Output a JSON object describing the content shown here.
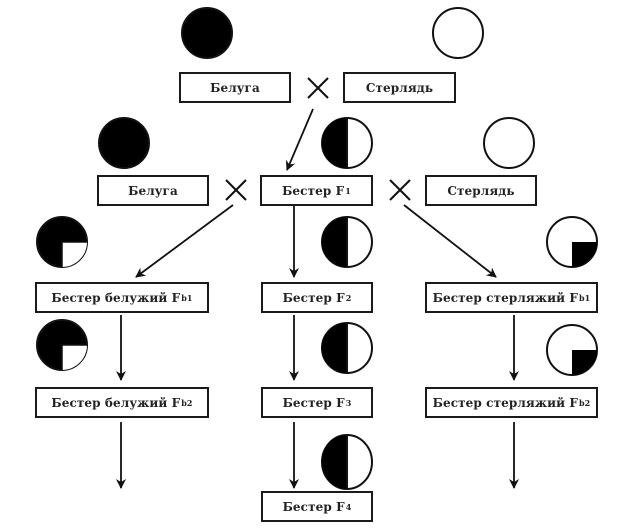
{
  "diagram": {
    "type": "hybridization-scheme",
    "colors": {
      "beluga": "#000000",
      "sterlet": "#ffffff",
      "stroke": "#1a1a1a"
    },
    "nodes": {
      "p_beluga": {
        "label": "Белуга",
        "sub": "",
        "genome": "beluga-full"
      },
      "p_sterlet": {
        "label": "Стерлядь",
        "sub": "",
        "genome": "sterlet-full"
      },
      "bc_beluga": {
        "label": "Белуга",
        "sub": "",
        "genome": "beluga-full"
      },
      "f1": {
        "label": "Бестер F",
        "sub": "1",
        "genome": "half"
      },
      "bc_sterlet": {
        "label": "Стерлядь",
        "sub": "",
        "genome": "sterlet-full"
      },
      "fb1_beluga": {
        "label": "Бестер белужий F",
        "sub": "b1",
        "genome": "three-quarter-beluga"
      },
      "f2": {
        "label": "Бестер F",
        "sub": "2",
        "genome": "half"
      },
      "fb1_sterlet": {
        "label": "Бестер стерляжий F",
        "sub": "b1",
        "genome": "three-quarter-sterlet"
      },
      "fb2_beluga": {
        "label": "Бестер белужий F",
        "sub": "b2",
        "genome": "three-quarter-beluga"
      },
      "f3": {
        "label": "Бестер F",
        "sub": "3",
        "genome": "half"
      },
      "fb2_sterlet": {
        "label": "Бестер стерляжий F",
        "sub": "b2",
        "genome": "three-quarter-sterlet"
      },
      "f4": {
        "label": "Бестер F",
        "sub": "4",
        "genome": "half"
      }
    },
    "crosses": [
      [
        "p_beluga",
        "p_sterlet"
      ],
      [
        "bc_beluga",
        "f1"
      ],
      [
        "f1",
        "bc_sterlet"
      ]
    ],
    "cross_symbol": "×",
    "edges": [
      [
        "cross-1",
        "f1"
      ],
      [
        "cross-2",
        "fb1_beluga"
      ],
      [
        "f1",
        "f2"
      ],
      [
        "cross-3",
        "fb1_sterlet"
      ],
      [
        "fb1_beluga",
        "fb2_beluga"
      ],
      [
        "f2",
        "f3"
      ],
      [
        "fb1_sterlet",
        "fb2_sterlet"
      ],
      [
        "fb2_beluga",
        "continues"
      ],
      [
        "f3",
        "f4"
      ],
      [
        "fb2_sterlet",
        "continues"
      ]
    ]
  }
}
